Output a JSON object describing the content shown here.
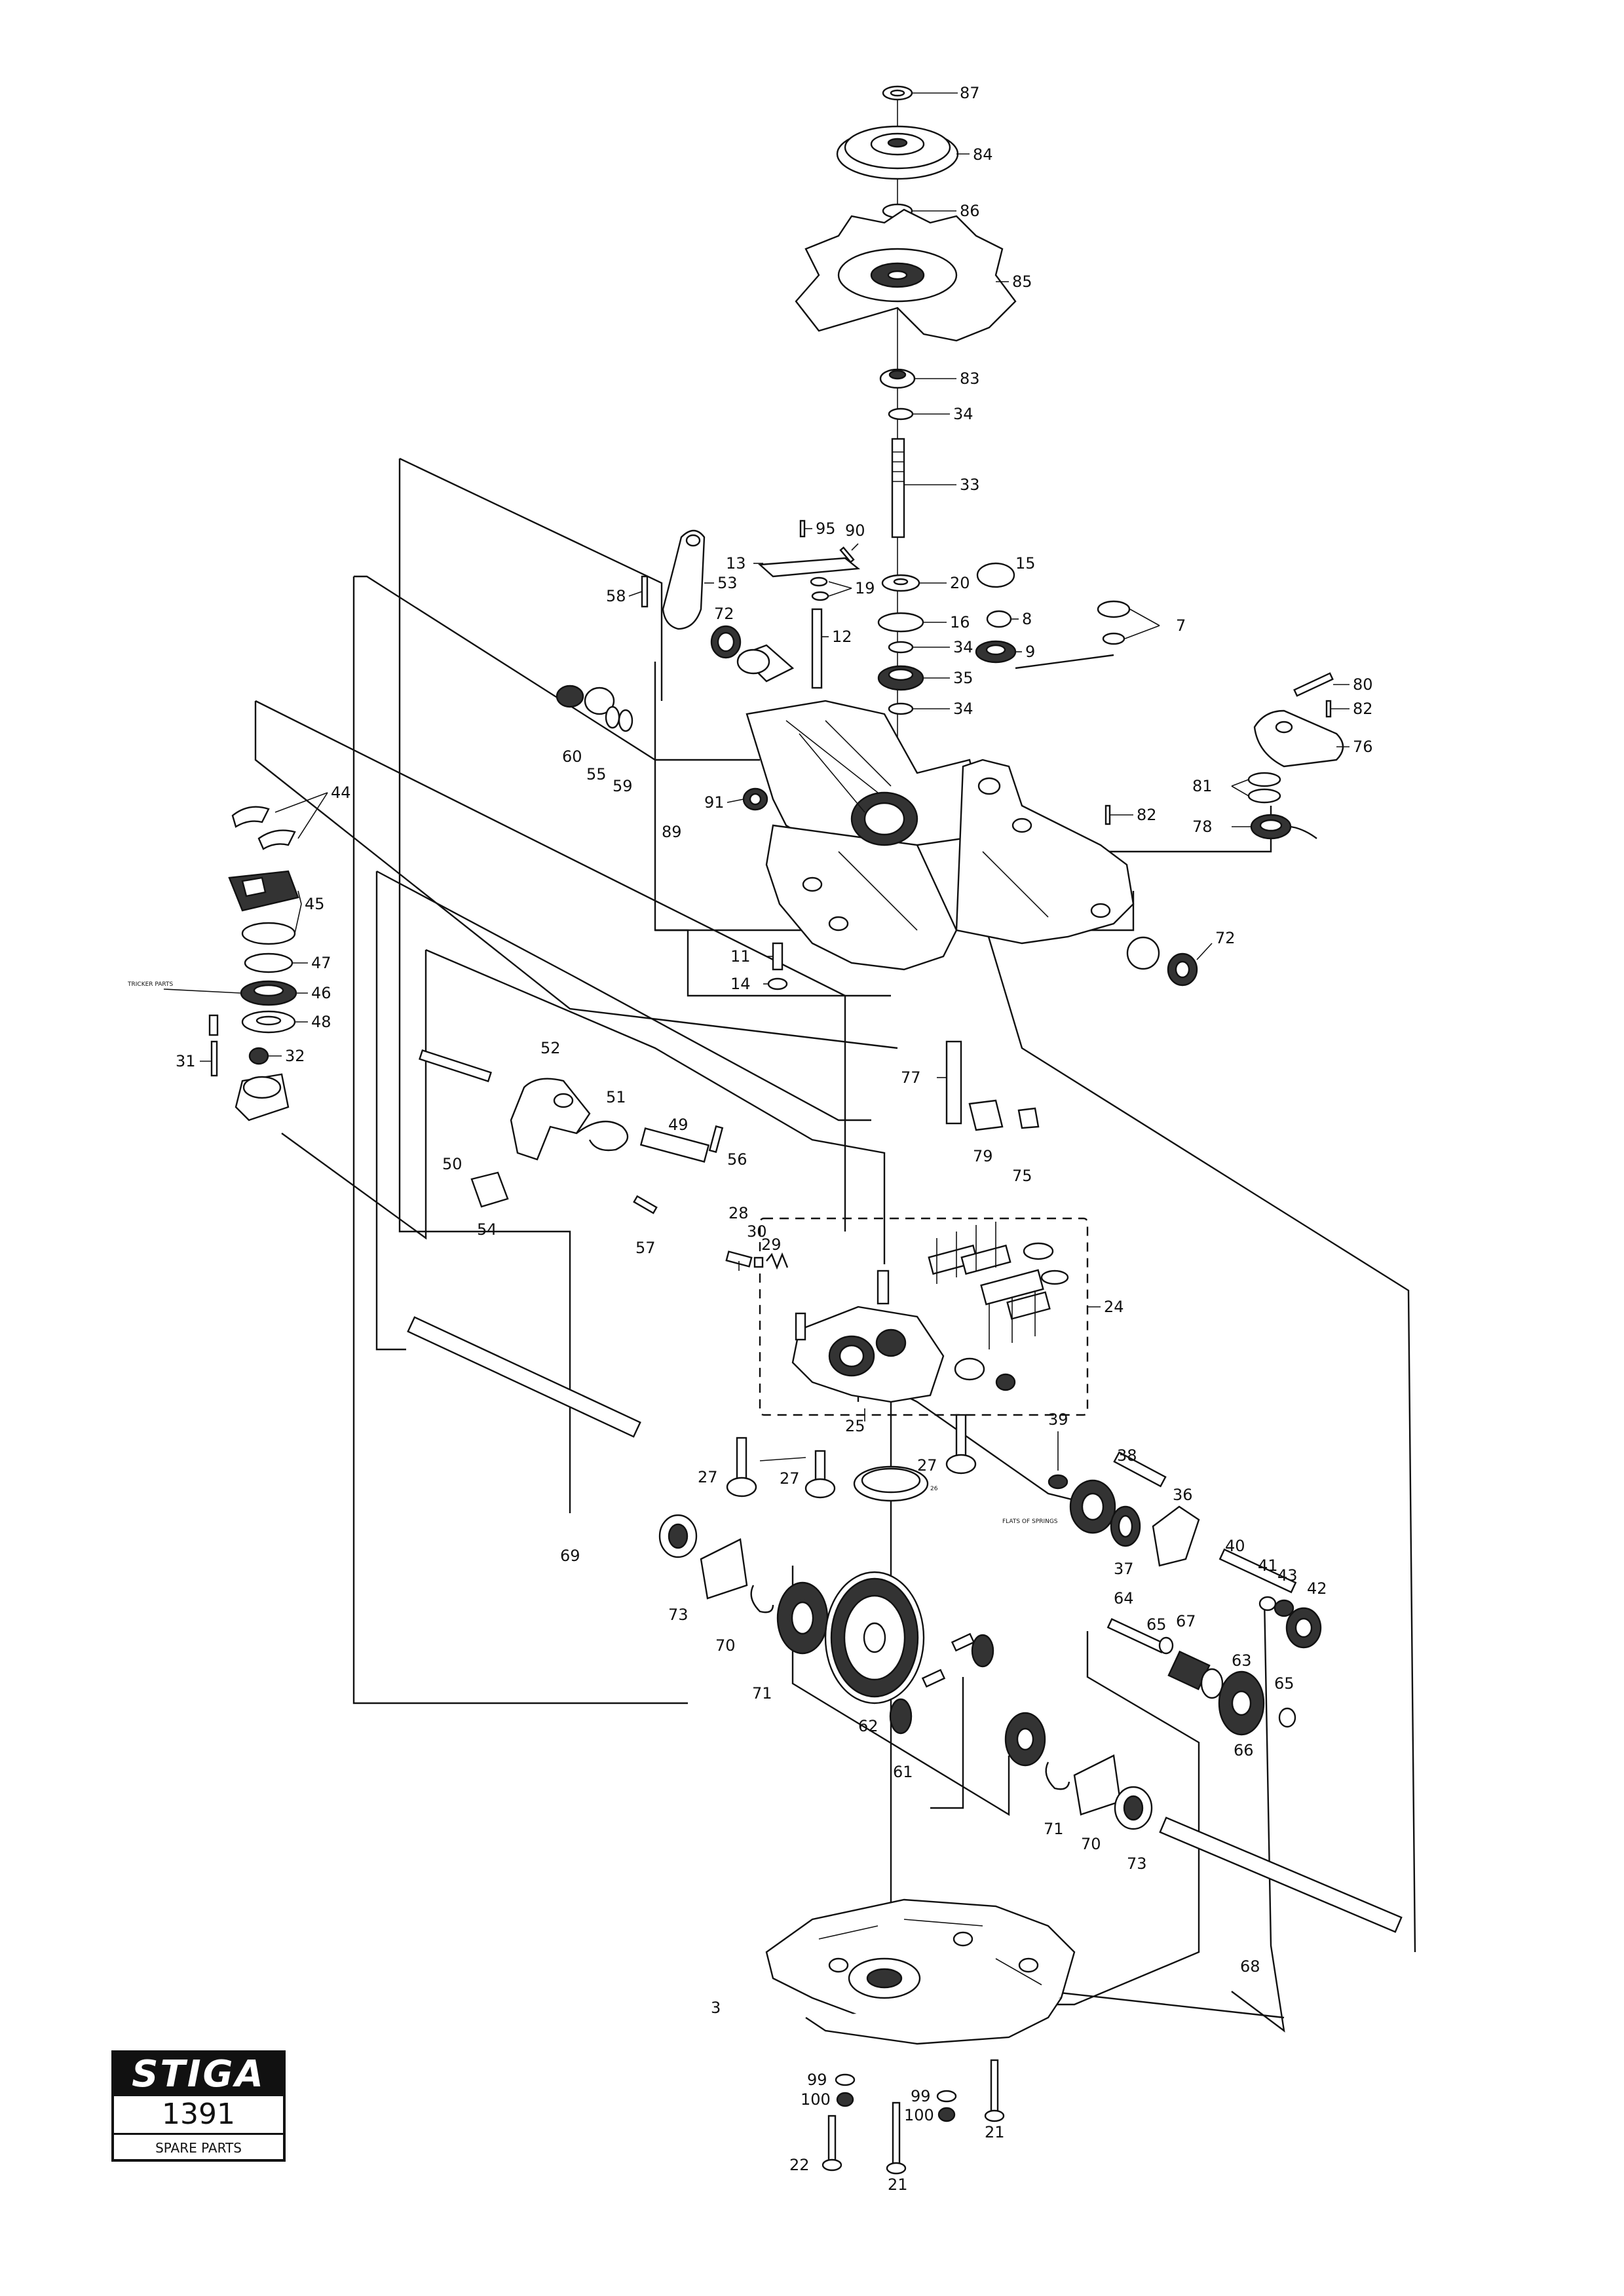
{
  "labels": [
    "87",
    "84",
    "86",
    "85",
    "83",
    "34",
    "33",
    "95",
    "90",
    "13",
    "53",
    "58",
    "19",
    "20",
    "15",
    "16",
    "8",
    "72",
    "12",
    "34",
    "9",
    "7",
    "35",
    "34",
    "60",
    "55",
    "59",
    "80",
    "82",
    "76",
    "44",
    "91",
    "89",
    "81",
    "82",
    "78",
    "45",
    "11",
    "14",
    "72",
    "47",
    "TRICKER PARTS",
    "46",
    "48",
    "31",
    "32",
    "52",
    "77",
    "51",
    "49",
    "79",
    "75",
    "50",
    "56",
    "54",
    "57",
    "28",
    "30",
    "29",
    "24",
    "25",
    "39",
    "38",
    "27",
    "27",
    "27",
    "26",
    "36",
    "FLATS OF SPRINGS",
    "37",
    "69",
    "40",
    "41",
    "43",
    "42",
    "64",
    "65",
    "67",
    "73",
    "63",
    "70",
    "71",
    "62",
    "65",
    "66",
    "61",
    "71",
    "70",
    "73",
    "68",
    "3",
    "99",
    "99",
    "100",
    "100",
    "21",
    "22",
    "21"
  ],
  "logo": {
    "brand": "STIGA",
    "number": "1391",
    "caption": "SPARE PARTS"
  }
}
